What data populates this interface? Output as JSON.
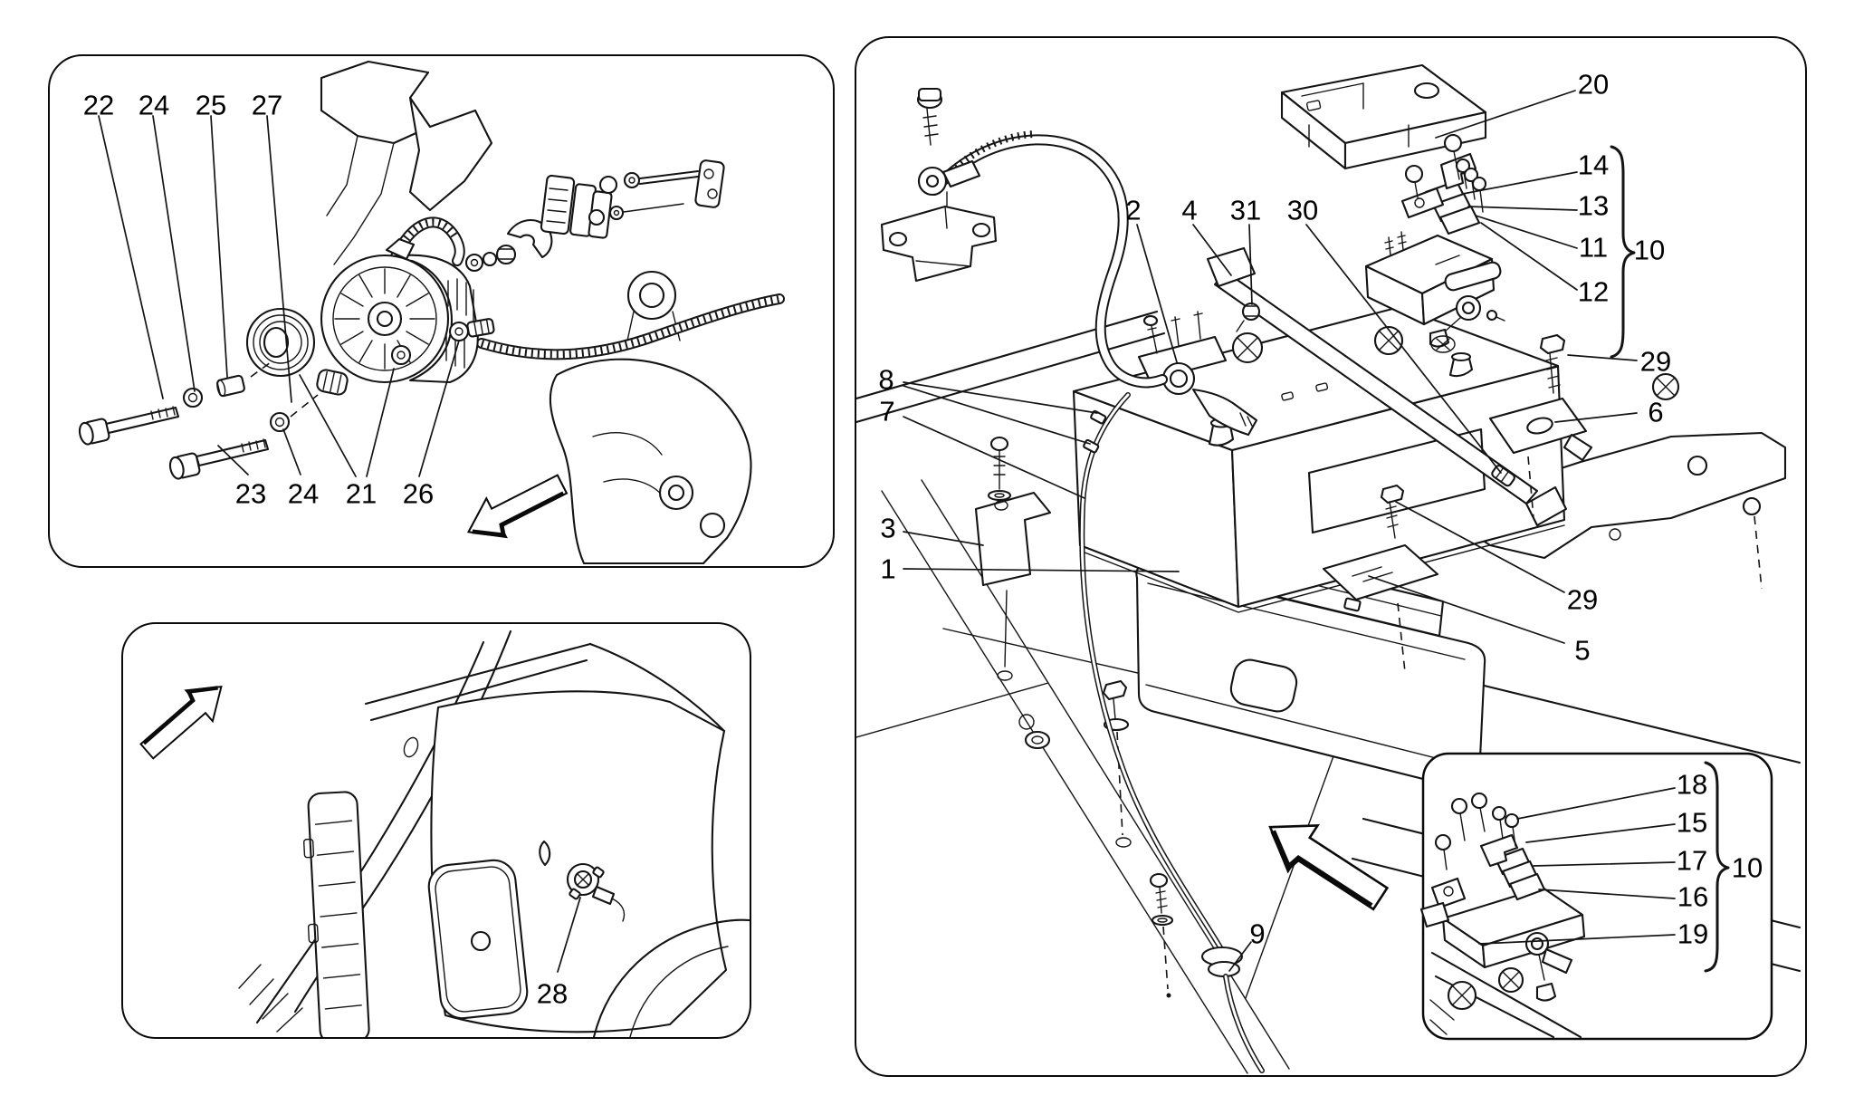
{
  "style": {
    "ink": "#141414",
    "paper": "#ffffff"
  },
  "panels": {
    "alternator": {
      "callouts_top": [
        "22",
        "24",
        "25",
        "27"
      ],
      "callouts_bottom": [
        "23",
        "24",
        "21",
        "26"
      ]
    },
    "trunk": {
      "callouts": [
        "28"
      ]
    },
    "battery": {
      "callout_cover": "20",
      "fuse_stack": [
        "14",
        "13",
        "11",
        "12"
      ],
      "fuse_group": "10",
      "callouts_top": [
        "2",
        "4",
        "31",
        "30"
      ],
      "callouts_left": [
        "8",
        "7",
        "3",
        "1"
      ],
      "callouts_right": [
        "29",
        "6",
        "29",
        "5"
      ],
      "callout_grommet": "9",
      "inset": {
        "fuse_stack": [
          "18",
          "15",
          "17",
          "16",
          "19"
        ],
        "fuse_group": "10"
      }
    }
  }
}
